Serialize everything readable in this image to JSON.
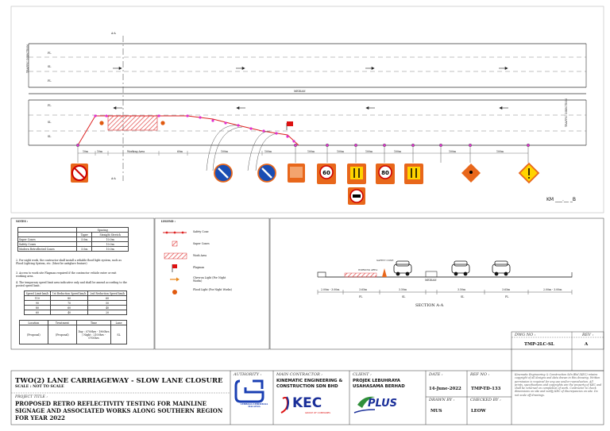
{
  "plan": {
    "section_marker": "A-A",
    "lane_labels_top": [
      "FL",
      "SL",
      "FL"
    ],
    "lane_labels_bottom": [
      "FL",
      "SL",
      "SL"
    ],
    "median_label": "MEDIAN",
    "traffic_direction_left": "TRAFFIC DIRECTION",
    "traffic_direction_right": "TRAFFIC DIRECTION",
    "distances": [
      "10m",
      "10m",
      "Working Area",
      "60m",
      "100m",
      "100m",
      "100m",
      "100m",
      "100m",
      "100m",
      "100m",
      "100m"
    ],
    "km_label": "KM ___.__ _B"
  },
  "notes": {
    "heading": "NOTES :",
    "spacing_header": "Spacing",
    "taper_header": "Taper",
    "straight_header": "Straight Stretch",
    "rows": [
      {
        "item": "Super Cones",
        "taper": "5.0m",
        "straight": "10.0m"
      },
      {
        "item": "Safety Cones",
        "taper": "",
        "straight": "10.0m"
      },
      {
        "item": "Modern Retroflected Cones",
        "taper": "5.0m",
        "straight": "10.0m"
      }
    ],
    "note2": "2. For night work, the contractor shall install a reliable flood light system, such as Flood Lighting System, etc. (Must be antiglare feature)",
    "note3": "3. Access to work site Flagman required if the contractor vehicle enter or exit working area.",
    "note4": "4. The temporary speed limit area indicative only and shall be amend according to the posted speed limit.",
    "speed_headers": [
      "Speed Limit km/h",
      "1st Reduction Speed km/h",
      "2nd Reduction Speed km/h"
    ],
    "speed_rows": [
      [
        "110",
        "80",
        "60"
      ],
      [
        "90",
        "70",
        "50"
      ],
      [
        "80",
        "60",
        "40"
      ],
      [
        "60",
        "40",
        "20"
      ]
    ],
    "loc_headers": [
      "Location",
      "Treatment",
      "Time",
      "Lane"
    ],
    "loc_row": [
      "(Proposal)",
      "(Proposal)",
      "Day : 0700hrs - 1900hrs / Night : 2100hrs - 0700hrs",
      "SL"
    ]
  },
  "legend": {
    "heading": "LEGEND :",
    "items": [
      "Safety Cone",
      "Super Cones",
      "Work Area",
      "Flagman",
      "Chevron Light (For Night Works)",
      "Flood Light (For Night Works)"
    ]
  },
  "section": {
    "title": "SECTION A-A",
    "work_area": "WORKING AREA",
    "barrier_label": "SAFETY CONE",
    "median": "MEDIAN",
    "dims": [
      "2.00m - 3.00m",
      "3.65m",
      "3.50m",
      "3.50m",
      "3.65m",
      "2.00m - 3.00m"
    ],
    "sub_dims": [
      "FL",
      "SL",
      "SL",
      "FL"
    ]
  },
  "titleblock": {
    "drawing_title": "TWO(2) LANE CARRIAGEWAY - SLOW LANE CLOSURE",
    "scale": "SCALE : NOT TO SCALE",
    "project_title_label": "PROJECT TITLE :",
    "project_title": "PROPOSED RETRO REFLECTIVITY TESTING FOR MAINLINE SIGNAGE AND ASSOCIATED WORKS ALONG SOUTHERN REGION FOR YEAR 2022",
    "authority_label": "AUTHORITY :",
    "authority_logo_text": "LEMBAGA LEBUHRAYA MALAYSIA",
    "contractor_label": "MAIN CONTRACTOR :",
    "contractor": "KINEMATIC ENGINEERING & CONSTRUCTION SDN BHD",
    "kec_logo": "KEC",
    "kec_sub": "GROUP OF COMPANIES",
    "client_label": "CLIENT :",
    "client": "PROJEK LEBUHRAYA USAHASAMA BERHAD",
    "plus_logo": "PLUS",
    "date_label": "DATE :",
    "date": "14-June-2022",
    "refno_label": "REF NO :",
    "refno": "TMP-TD-133",
    "drawnby_label": "DRAWN BY :",
    "drawnby": "MUS",
    "checkedby_label": "CHECKED BY :",
    "checkedby": "LEOW",
    "dwgno_label": "DWG NO :",
    "dwgno": "TMP-2LC-SL",
    "rev_label": "REV :",
    "rev": "A",
    "copyright": "Kinematic Engineering & Construction Sdn Bhd (KEC) retains copyright of all designs and data drawn in this drawing. Written permission is required for any use and/or reproduction. All prints, specifications and copyrights are the property of KEC and shall be returned on completion of work. Contractor to check dimensions on site and notify KEC of discrepancies on site. Do not scale off drawings."
  }
}
